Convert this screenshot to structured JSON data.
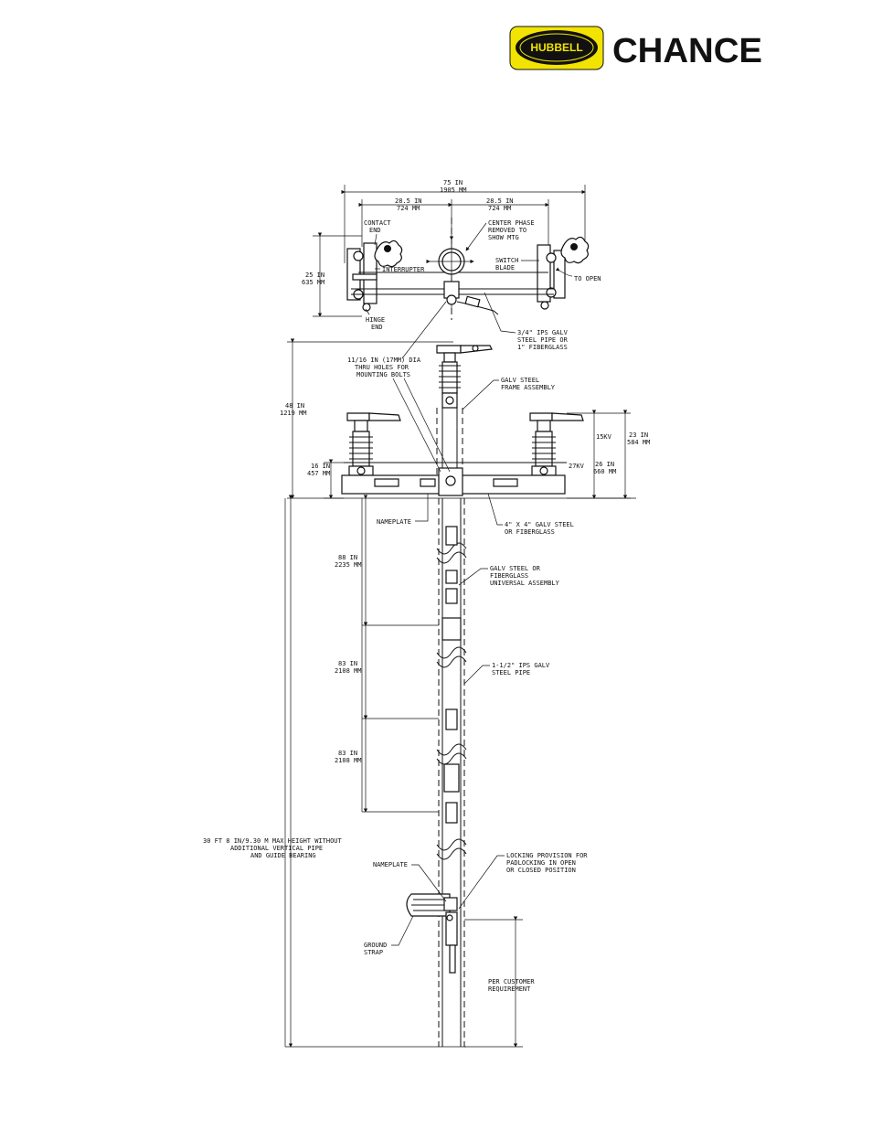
{
  "logos": {
    "hubbell": "HUBBELL",
    "chance": "CHANCE",
    "hubbell_color": "#f2e400"
  },
  "top_view": {
    "overall_width": [
      "75 IN",
      "1905 MM"
    ],
    "phase_spacing_left": [
      "28.5 IN",
      "724 MM"
    ],
    "phase_spacing_right": [
      "28.5 IN",
      "724 MM"
    ],
    "height": [
      "25 IN",
      "635 MM"
    ],
    "contact_end": [
      "CONTACT",
      "END"
    ],
    "hinge_end": [
      "HINGE",
      "END"
    ],
    "interrupter": "INTERRUPTER",
    "center_phase": [
      "CENTER PHASE",
      "REMOVED TO",
      "SHOW MTG"
    ],
    "switch_blade": [
      "SWITCH",
      "BLADE"
    ],
    "to_open": "TO OPEN",
    "operating_pipe": [
      "3/4\" IPS GALV",
      "STEEL PIPE OR",
      "1\" FIBERGLASS"
    ]
  },
  "side_view": {
    "mounting_holes": [
      "11/16 IN (17MM) DIA",
      "THRU HOLES FOR",
      "MOUNTING BOLTS"
    ],
    "frame_assembly": [
      "GALV STEEL",
      "FRAME ASSEMBLY"
    ],
    "overall_height": [
      "48 IN",
      "1219 MM"
    ],
    "dim_15kv": [
      "15KV",
      "23 IN",
      "584 MM"
    ],
    "dim_27kv": [
      "27KV",
      "26 IN",
      "660 MM"
    ],
    "dim_16": [
      "16 IN",
      "457 MM"
    ],
    "nameplate_top": "NAMEPLATE",
    "base_channel": [
      "4\" X 4\" GALV STEEL",
      "OR FIBERGLASS"
    ],
    "dim_88": [
      "88 IN",
      "2235 MM"
    ],
    "universal_assembly": [
      "GALV STEEL OR",
      "FIBERGLASS",
      "UNIVERSAL ASSEMBLY"
    ],
    "dim_83a": [
      "83 IN",
      "2108 MM"
    ],
    "vertical_pipe": [
      "1-1/2\" IPS GALV",
      "STEEL PIPE"
    ],
    "dim_83b": [
      "83 IN",
      "2108 MM"
    ],
    "max_height": [
      "30 FT 8 IN/9.30 M MAX HEIGHT WITHOUT",
      "ADDITIONAL VERTICAL PIPE",
      "AND GUIDE BEARING"
    ],
    "nameplate_bottom": "NAMEPLATE",
    "locking": [
      "LOCKING PROVISION FOR",
      "PADLOCKING IN OPEN",
      "OR CLOSED POSITION"
    ],
    "ground_strap": [
      "GROUND",
      "STRAP"
    ],
    "customer": [
      "PER CUSTOMER",
      "REQUIREMENT"
    ]
  }
}
